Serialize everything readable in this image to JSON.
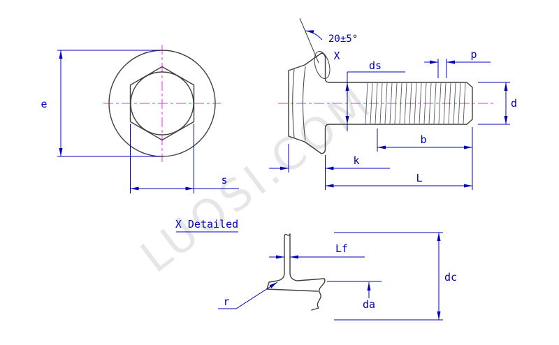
{
  "watermark": "LUOSI.COM",
  "end_view": {
    "e": "e",
    "s": "s"
  },
  "side_view": {
    "angle": "20±5°",
    "detail_marker": "X",
    "ds": "ds",
    "p": "p",
    "d": "d",
    "b": "b",
    "k": "k",
    "length": "L"
  },
  "detail_view": {
    "title": "X Detailed",
    "lf": "Lf",
    "r": "r",
    "da": "da",
    "dc": "dc"
  },
  "colors": {
    "dimension": "#0000bb",
    "outline": "#3f3f3f",
    "thread": "#5a5a5a",
    "centerline": "#ff00ff",
    "watermark": "#d2d2d2",
    "background": "#ffffff"
  }
}
